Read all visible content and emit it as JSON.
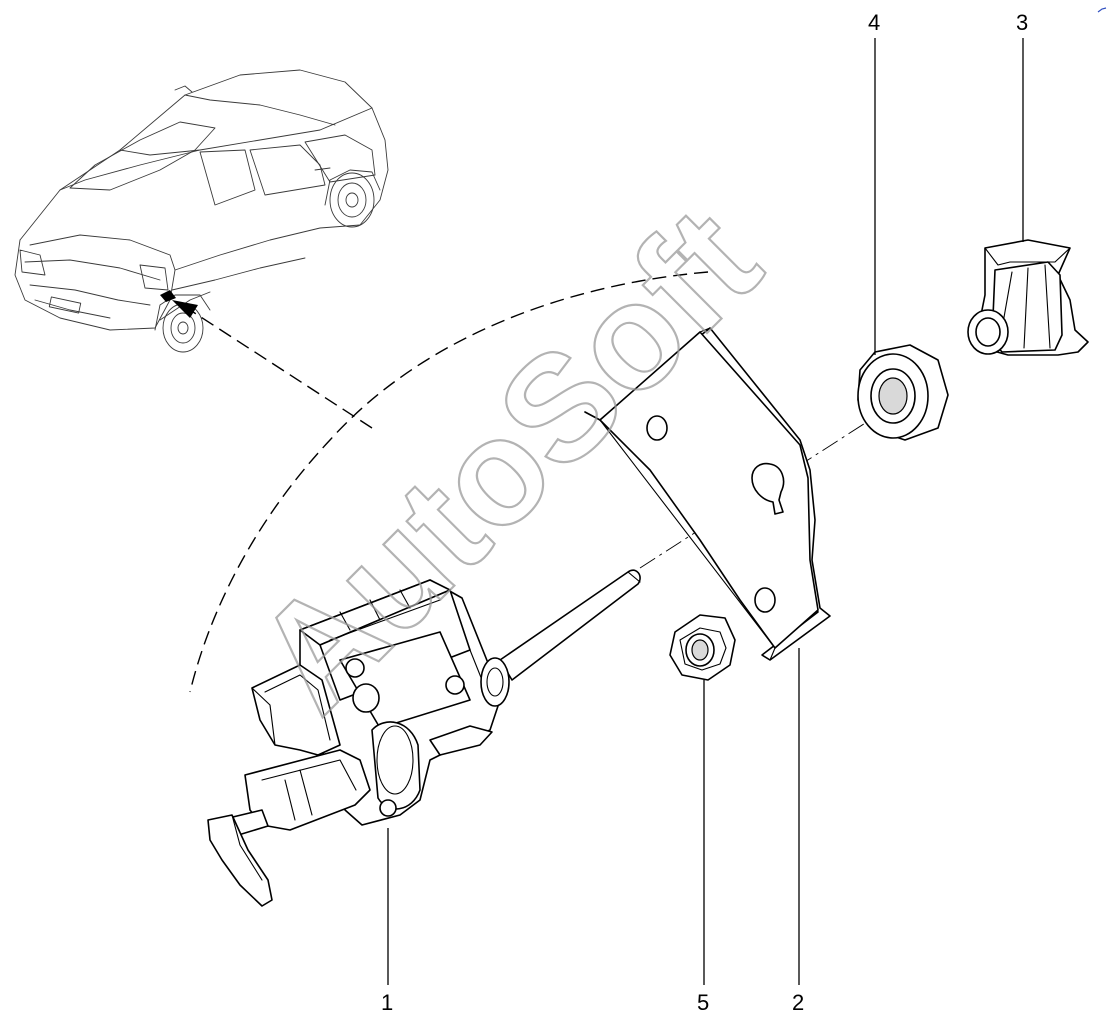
{
  "watermark": "AutoSoft",
  "callouts": [
    {
      "id": "callout-1",
      "label": "1"
    },
    {
      "id": "callout-2",
      "label": "2"
    },
    {
      "id": "callout-3",
      "label": "3"
    },
    {
      "id": "callout-4",
      "label": "4"
    },
    {
      "id": "callout-5",
      "label": "5"
    }
  ]
}
